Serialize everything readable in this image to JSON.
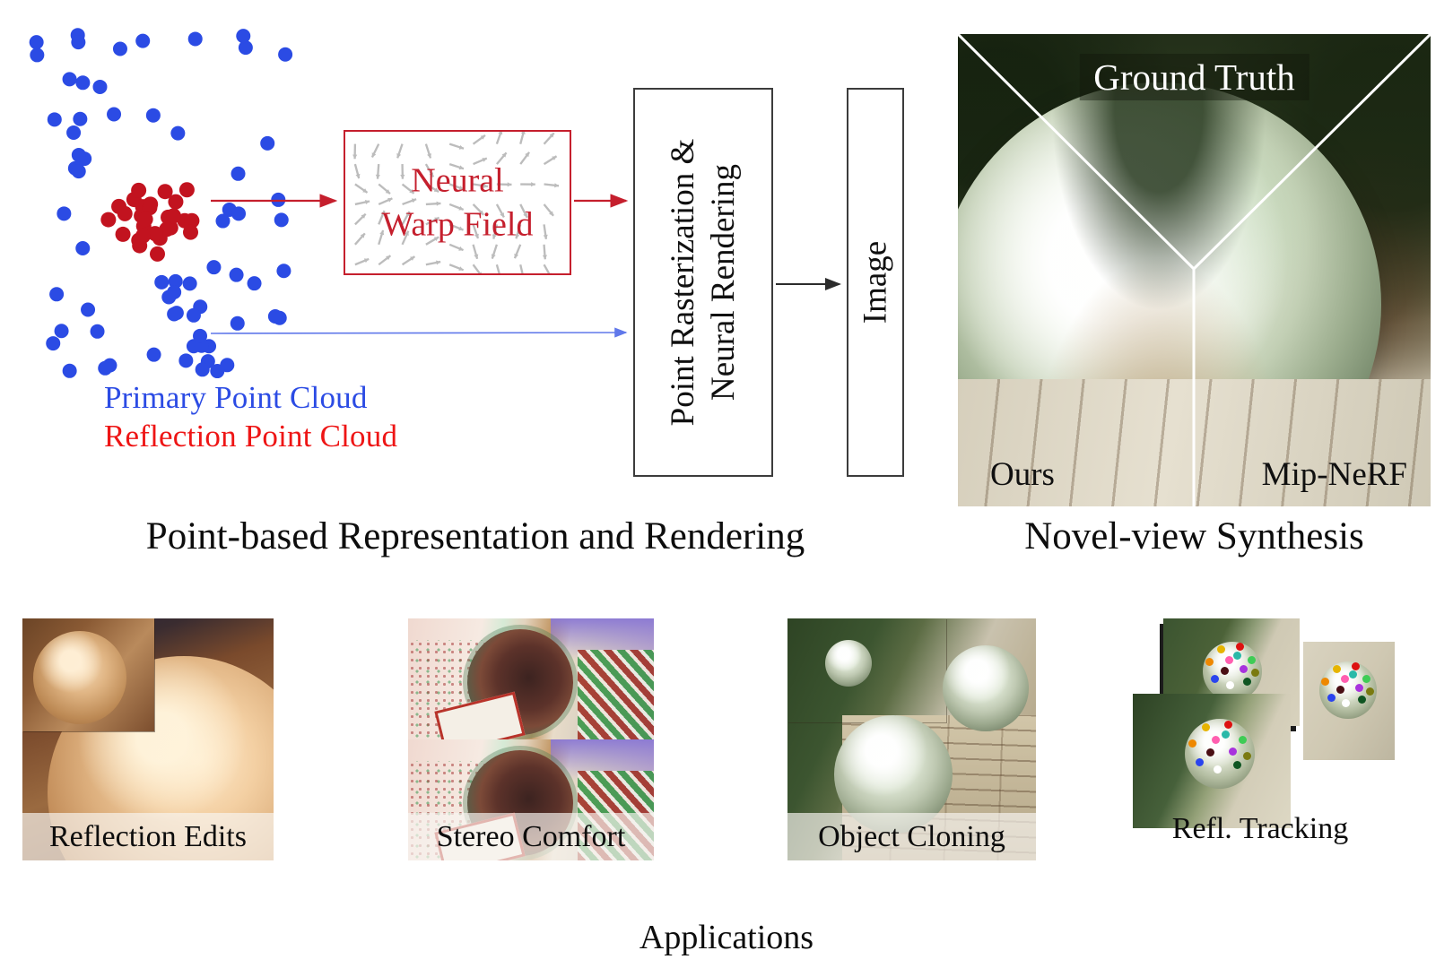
{
  "figure": {
    "left_caption": "Point-based Representation and Rendering",
    "right_caption": "Novel-view Synthesis",
    "bottom_caption": "Applications"
  },
  "point_cloud": {
    "primary_label": "Primary Point Cloud",
    "reflection_label": "Reflection Point Cloud"
  },
  "pipeline": {
    "warp_field": {
      "line1": "Neural",
      "line2": "Warp Field"
    },
    "raster": {
      "line1": "Point Rasterization &",
      "line2": "Neural Rendering"
    },
    "image_label": "Image"
  },
  "novel_view": {
    "ground_truth_label": "Ground Truth",
    "ours_label": "Ours",
    "mip_nerf_label": "Mip-NeRF"
  },
  "applications": {
    "items": [
      {
        "label": "Reflection Edits"
      },
      {
        "label": "Stereo Comfort"
      },
      {
        "label": "Object Cloning"
      },
      {
        "label": "Refl. Tracking"
      }
    ]
  },
  "colors": {
    "primary_blue": "#2b4be4",
    "reflection_red": "#c2131f",
    "label_red": "#ee1515",
    "warp_red": "#c51f2d",
    "field_arrow_gray": "#bcbcbc",
    "tracking_dots": [
      "#e6b400",
      "#dd1111",
      "#3ecc55",
      "#ee8800",
      "#ff5fb0",
      "#a833dd",
      "#2a44ee",
      "#ffffff",
      "#0f5522",
      "#4a0f14",
      "#2ab9a8",
      "#7a7a10"
    ]
  }
}
